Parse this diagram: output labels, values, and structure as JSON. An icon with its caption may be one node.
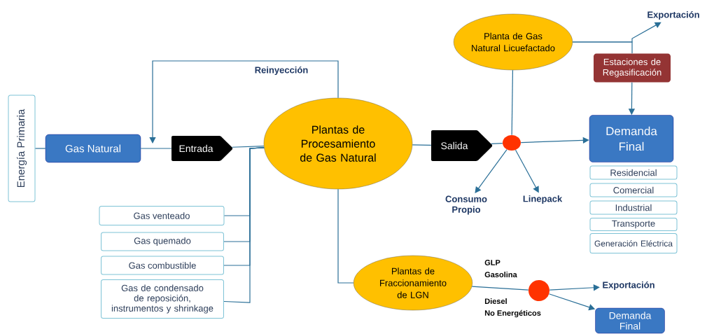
{
  "diagram": {
    "nodes": [
      {
        "text": [
          "Energía Primaria"
        ]
      },
      {
        "text": [
          "Gas Natural"
        ]
      },
      {
        "text": [
          "Entrada"
        ]
      },
      {
        "text": [
          "Plantas de Procesamiento de Gas Natural"
        ]
      },
      {
        "text": [
          "Gas venteado"
        ]
      },
      {
        "text": [
          "Gas quemado"
        ]
      },
      {
        "text": [
          "Gas combustible"
        ]
      },
      {
        "text": [
          "Gas de condensado de reposición, instrumentos y shrinkage"
        ]
      },
      {
        "text": [
          "Salida"
        ]
      },
      {
        "text": [],
        "shape": "circle"
      },
      {
        "text": [
          "Planta de Gas Natural Licuefactado"
        ]
      },
      {
        "text": [
          "Exportación"
        ]
      },
      {
        "text": [
          "Estaciones de Regasificación"
        ]
      },
      {
        "text": [
          "Demanda Final"
        ]
      },
      {
        "text": [
          "Residencial"
        ]
      },
      {
        "text": [
          "Comercial"
        ]
      },
      {
        "text": [
          "Industrial"
        ]
      },
      {
        "text": [
          "Transporte"
        ]
      },
      {
        "text": [
          "Generación Eléctrica"
        ]
      },
      {
        "text": [
          "Consumo Propio"
        ]
      },
      {
        "text": [
          "Linepack"
        ]
      },
      {
        "text": [
          "Plantas de Fraccionamiento de LGN"
        ]
      },
      {
        "text": [],
        "shape": "circle"
      },
      {
        "text": [
          "Exportación"
        ]
      },
      {
        "text": [
          "Demanda Final"
        ]
      }
    ],
    "edges": [
      {
        "from": 0,
        "to": 1,
        "arrow": "none"
      },
      {
        "from": 1,
        "to": 2,
        "arrow": "none"
      },
      {
        "from": 3,
        "to": null,
        "arrow": "to",
        "label": "Reinyección"
      },
      {
        "from": 2,
        "to": 3,
        "arrow": "none"
      },
      {
        "from": 4,
        "to": 3,
        "arrow": "none"
      },
      {
        "from": 5,
        "to": 3,
        "arrow": "none"
      },
      {
        "from": 6,
        "to": 3,
        "arrow": "none"
      },
      {
        "from": 7,
        "to": 3,
        "arrow": "none"
      },
      {
        "from": 3,
        "to": 8,
        "arrow": "none"
      },
      {
        "from": 8,
        "to": 9,
        "arrow": "none"
      },
      {
        "from": 10,
        "to": 9,
        "arrow": "none"
      },
      {
        "from": 9,
        "to": 13,
        "arrow": "to"
      },
      {
        "from": 9,
        "to": 19,
        "arrow": "to"
      },
      {
        "from": 9,
        "to": 20,
        "arrow": "to"
      },
      {
        "from": 10,
        "to": 11,
        "arrow": "to"
      },
      {
        "from": 10,
        "to": 12,
        "arrow": "none"
      },
      {
        "from": 12,
        "to": 13,
        "arrow": "to"
      },
      {
        "from": 3,
        "to": 21,
        "arrow": "none"
      },
      {
        "from": 21,
        "to": 22,
        "arrow": "none"
      },
      {
        "from": 22,
        "to": 23,
        "arrow": "to"
      },
      {
        "from": 22,
        "to": 24,
        "arrow": "to"
      }
    ],
    "labels": [
      "GLP",
      "Gasolina",
      "Diesel",
      "No Energéticos"
    ]
  }
}
